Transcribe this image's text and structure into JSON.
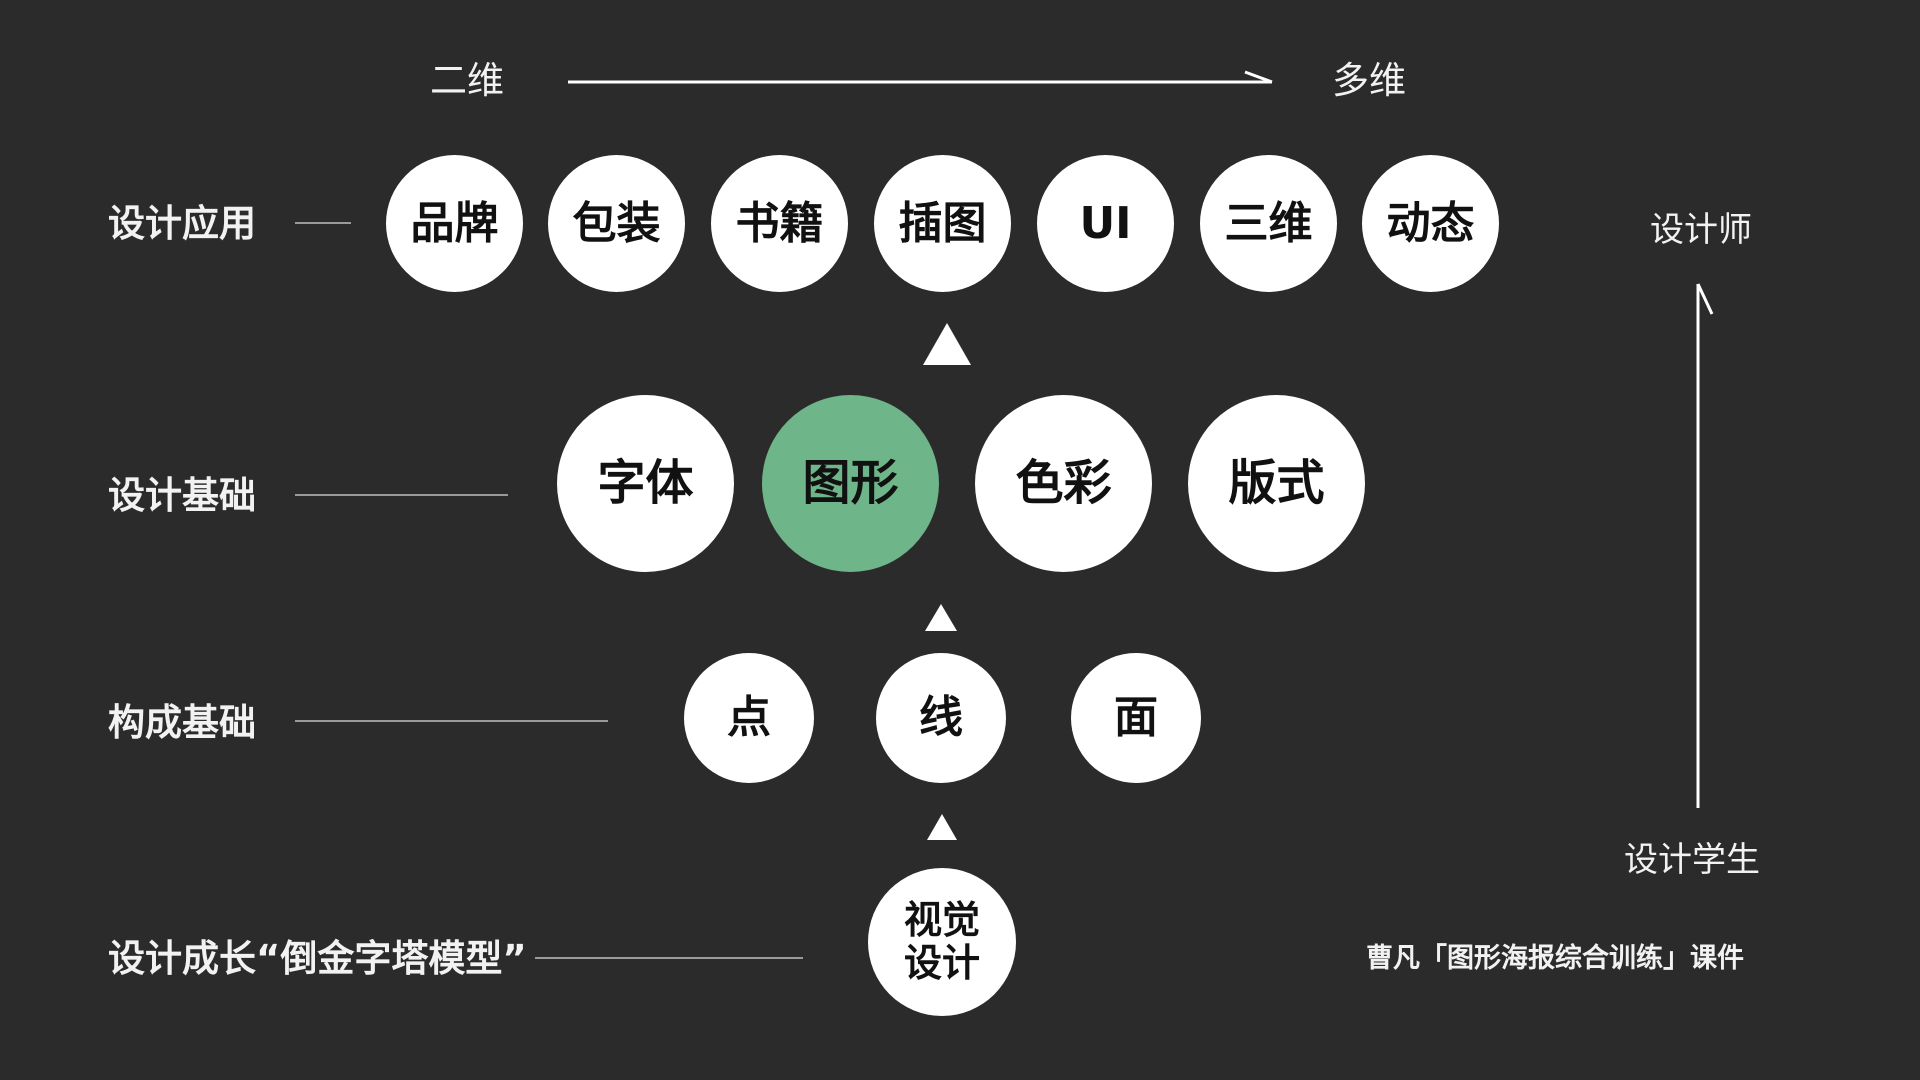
{
  "axis": {
    "left_label": "二维",
    "right_label": "多维",
    "top_label": "设计师",
    "bottom_label": "设计学生"
  },
  "rows": {
    "application": {
      "label": "设计应用",
      "items": [
        "品牌",
        "包装",
        "书籍",
        "插图",
        "UI",
        "三维",
        "动态"
      ]
    },
    "foundation": {
      "label": "设计基础",
      "items": [
        "字体",
        "图形",
        "色彩",
        "版式"
      ],
      "highlighted": "图形"
    },
    "composition": {
      "label": "构成基础",
      "items": [
        "点",
        "线",
        "面"
      ]
    },
    "base": {
      "label": "设计成长“倒金字塔模型”",
      "item_line1": "视觉",
      "item_line2": "设计"
    }
  },
  "credit": "曹凡「图形海报综合训练」课件",
  "colors": {
    "background": "#2b2b2b",
    "circle": "#ffffff",
    "highlight": "#6fb58a"
  }
}
